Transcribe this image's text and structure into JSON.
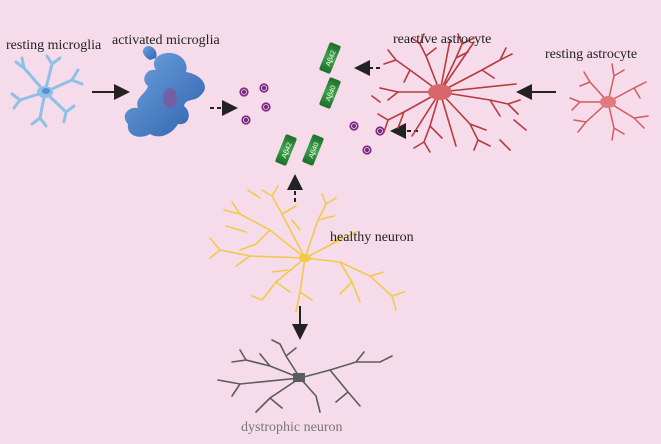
{
  "labels": {
    "resting_microglia": "resting microglia",
    "activated_microglia": "activated microglia",
    "reactive_astrocyte": "reactive astrocyte",
    "resting_astrocyte": "resting astrocyte",
    "healthy_neuron": "healthy neuron",
    "dystrophic_neuron": "dystrophic neuron"
  },
  "peptides": {
    "ab42": "Aβ42",
    "ab40": "Aβ40"
  },
  "colors": {
    "background": "#f6dcea",
    "microglia_resting": "#8fc0e6",
    "microglia_activated": "#4d84c8",
    "astrocyte_reactive": "#b83a3f",
    "astrocyte_resting": "#d45a5f",
    "neuron_healthy": "#f2c94a",
    "neuron_dystrophic": "#5c5c5c",
    "peptide": "#2f8a3a",
    "cytokine": "#7a2a80"
  }
}
